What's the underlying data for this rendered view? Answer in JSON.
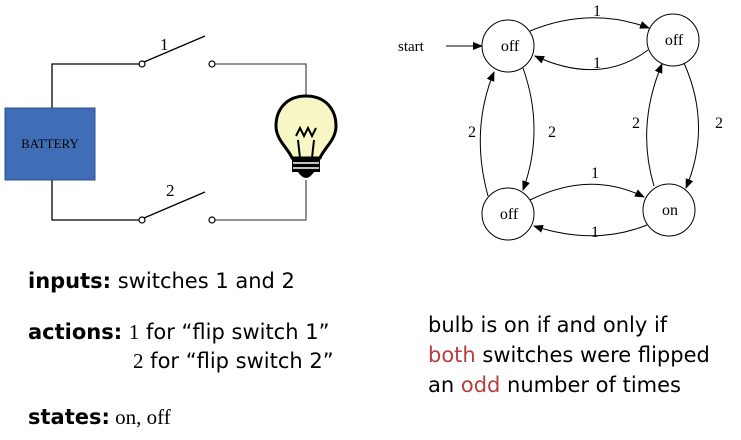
{
  "circuit": {
    "battery_label": "BATTERY",
    "switch1_label": "1",
    "switch2_label": "2",
    "colors": {
      "battery_fill": "#3f6eb6",
      "bulb_fill": "#f7f7c6"
    }
  },
  "fsm": {
    "start_label": "start",
    "states": {
      "top_left": "off",
      "top_right": "off",
      "bottom_left": "off",
      "bottom_right": "on"
    },
    "edges": {
      "tl_to_tr": "1",
      "tr_to_tl": "1",
      "bl_to_tl": "2",
      "tl_to_bl": "2",
      "br_to_tr": "2",
      "tr_to_br": "2",
      "bl_to_br": "1",
      "br_to_bl": "1"
    }
  },
  "notes": {
    "inputs_key": "inputs:",
    "inputs_value": " switches 1 and 2",
    "actions_key": "actions:",
    "action1_symbol": "1",
    "action1_text": " for “flip switch 1”",
    "action2_symbol": "2",
    "action2_text": " for “flip switch 2”",
    "states_key": "states:",
    "states_value": " on, off",
    "bulb_line1": "bulb is on if and only if",
    "bulb_line2_highlight": "both",
    "bulb_line2_rest": " switches were flipped",
    "bulb_line3_start": "an ",
    "bulb_line3_highlight": "odd",
    "bulb_line3_rest": " number of times",
    "highlight_color": "#b5403f"
  }
}
